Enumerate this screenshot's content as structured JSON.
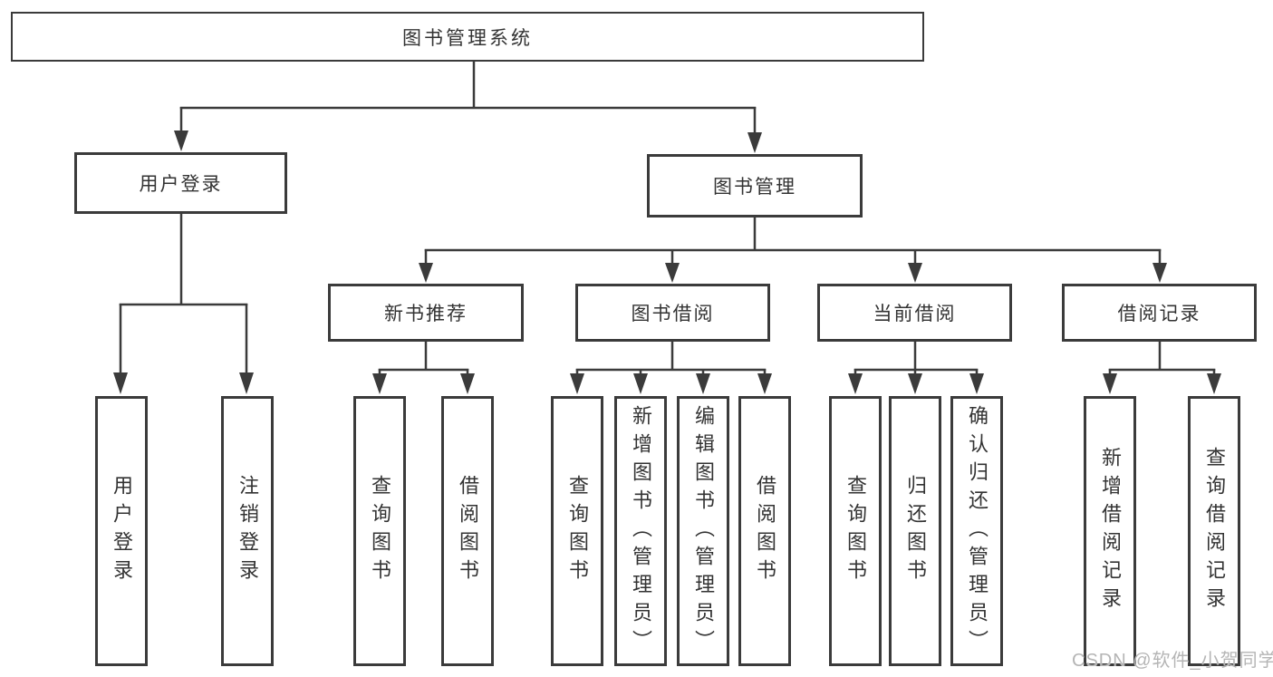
{
  "diagram": {
    "title": "图书管理系统",
    "root": {
      "label": "图书管理系统"
    },
    "branches": [
      {
        "label": "用户登录",
        "children": [
          "用户登录",
          "注销登录"
        ]
      },
      {
        "label": "图书管理",
        "sections": [
          {
            "label": "新书推荐",
            "children": [
              "查询图书",
              "借阅图书"
            ]
          },
          {
            "label": "图书借阅",
            "children": [
              "查询图书",
              "新增图书（管理员）",
              "编辑图书（管理员）",
              "借阅图书"
            ]
          },
          {
            "label": "当前借阅",
            "children": [
              "查询图书",
              "归还图书",
              "确认归还（管理员）"
            ]
          },
          {
            "label": "借阅记录",
            "children": [
              "新增借阅记录",
              "查询借阅记录"
            ]
          }
        ]
      }
    ]
  },
  "watermark": {
    "text": "CSDN @软件_小贺同学"
  },
  "colors": {
    "line": "#3b3b3b",
    "text": "#333333",
    "background": "#ffffff",
    "watermark_text": "#b5b5b5"
  }
}
